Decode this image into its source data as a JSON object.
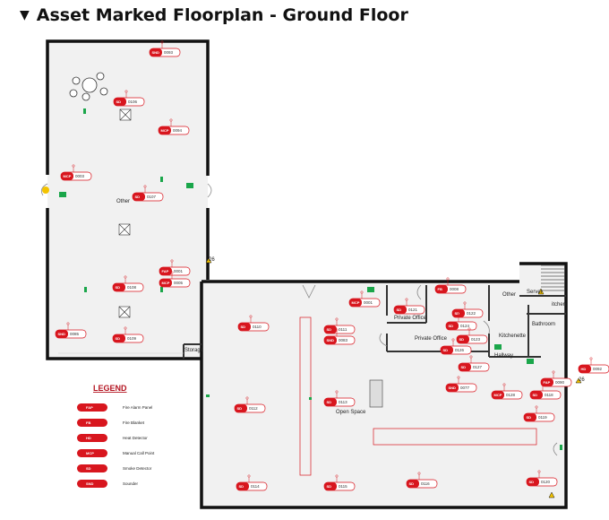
{
  "header": {
    "caret": "▼",
    "title": "Asset Marked Floorplan - Ground Floor"
  },
  "colors": {
    "asset_red": "#d8161e",
    "wall": "#111111",
    "floor": "#f1f1f1",
    "exit_green": "#1aa64a",
    "warning_yellow": "#f3c300"
  },
  "rooms": {
    "other_top": "Other",
    "private_office_1": "Private Office",
    "private_office_2": "Private Office",
    "kitchenette": "Kitchenette",
    "hallway": "Hallway",
    "other_right": "Other",
    "server_room": "Server",
    "bathroom": "Bathroom",
    "kitchen_partial": "itchen",
    "open_space": "Open Space",
    "storage": "Storage"
  },
  "warning_labels": [
    "26",
    "26"
  ],
  "assets": [
    {
      "code": "SND",
      "id": "0093"
    },
    {
      "code": "SD",
      "id": "0106"
    },
    {
      "code": "MCP",
      "id": "0094"
    },
    {
      "code": "MCP",
      "id": "0003"
    },
    {
      "code": "SD",
      "id": "0107"
    },
    {
      "code": "FAP",
      "id": "0001"
    },
    {
      "code": "MCP",
      "id": "0005"
    },
    {
      "code": "SD",
      "id": "0108"
    },
    {
      "code": "SD",
      "id": "0109"
    },
    {
      "code": "SND",
      "id": "0085"
    },
    {
      "code": "SD",
      "id": "0110"
    },
    {
      "code": "SD",
      "id": "0111"
    },
    {
      "code": "SND",
      "id": "0083"
    },
    {
      "code": "MCP",
      "id": "0001"
    },
    {
      "code": "SD",
      "id": "0121"
    },
    {
      "code": "FB",
      "id": "0008"
    },
    {
      "code": "SD",
      "id": "0122"
    },
    {
      "code": "SD",
      "id": "0124"
    },
    {
      "code": "SD",
      "id": "0123"
    },
    {
      "code": "SD",
      "id": "0126"
    },
    {
      "code": "SD",
      "id": "0127"
    },
    {
      "code": "SND",
      "id": "0077"
    },
    {
      "code": "MCP",
      "id": "0128"
    },
    {
      "code": "SD",
      "id": "0118"
    },
    {
      "code": "FAP",
      "id": "0090"
    },
    {
      "code": "SD",
      "id": "0119"
    },
    {
      "code": "HD",
      "id": "0092"
    },
    {
      "code": "SD",
      "id": "0112"
    },
    {
      "code": "SD",
      "id": "0113"
    },
    {
      "code": "SD",
      "id": "0114"
    },
    {
      "code": "SD",
      "id": "0115"
    },
    {
      "code": "SD",
      "id": "0116"
    },
    {
      "code": "SD",
      "id": "0120"
    }
  ],
  "legend": {
    "title": "LEGEND",
    "items": [
      {
        "code": "FAP",
        "label": "Fire Alarm Panel"
      },
      {
        "code": "FB",
        "label": "Fire Blanket"
      },
      {
        "code": "HD",
        "label": "Heat Detector"
      },
      {
        "code": "MCP",
        "label": "Manual Call Point"
      },
      {
        "code": "SD",
        "label": "Smoke Detector"
      },
      {
        "code": "SND",
        "label": "Sounder"
      }
    ]
  }
}
